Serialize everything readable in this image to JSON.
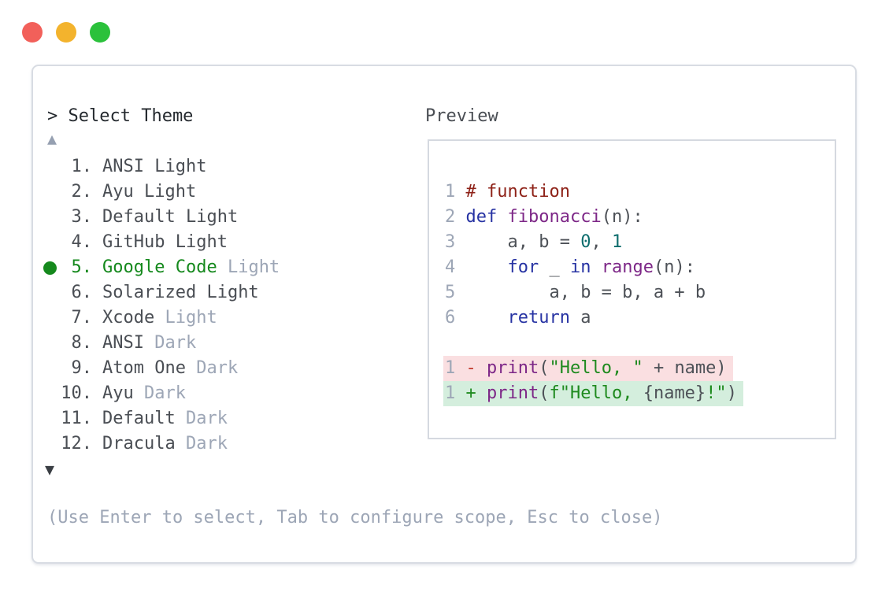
{
  "window": {
    "traffic_lights": [
      {
        "name": "close",
        "color": "#f2605a"
      },
      {
        "name": "minimize",
        "color": "#f3b32d"
      },
      {
        "name": "maximize",
        "color": "#2bc13b"
      }
    ]
  },
  "theme_picker": {
    "prompt": "> Select Theme",
    "scroll_up_icon": "▲",
    "scroll_down_icon": "▼",
    "items": [
      {
        "number": "1.",
        "name": "ANSI",
        "variant": "Light",
        "variant_dim": false,
        "selected": false
      },
      {
        "number": "2.",
        "name": "Ayu",
        "variant": "Light",
        "variant_dim": false,
        "selected": false
      },
      {
        "number": "3.",
        "name": "Default",
        "variant": "Light",
        "variant_dim": false,
        "selected": false
      },
      {
        "number": "4.",
        "name": "GitHub",
        "variant": "Light",
        "variant_dim": false,
        "selected": false
      },
      {
        "number": "5.",
        "name": "Google Code",
        "variant": "Light",
        "variant_dim": true,
        "selected": true
      },
      {
        "number": "6.",
        "name": "Solarized",
        "variant": "Light",
        "variant_dim": false,
        "selected": false
      },
      {
        "number": "7.",
        "name": "Xcode",
        "variant": "Light",
        "variant_dim": true,
        "selected": false
      },
      {
        "number": "8.",
        "name": "ANSI",
        "variant": "Dark",
        "variant_dim": true,
        "selected": false
      },
      {
        "number": "9.",
        "name": "Atom One",
        "variant": "Dark",
        "variant_dim": true,
        "selected": false
      },
      {
        "number": "10.",
        "name": "Ayu",
        "variant": "Dark",
        "variant_dim": true,
        "selected": false
      },
      {
        "number": "11.",
        "name": "Default",
        "variant": "Dark",
        "variant_dim": true,
        "selected": false
      },
      {
        "number": "12.",
        "name": "Dracula",
        "variant": "Dark",
        "variant_dim": true,
        "selected": false
      }
    ],
    "help": "(Use Enter to select, Tab to configure scope, Esc to close)"
  },
  "preview": {
    "label": "Preview",
    "lines": [
      {
        "type": "code",
        "num": "1",
        "tokens": [
          [
            "# function",
            "comment"
          ]
        ]
      },
      {
        "type": "code",
        "num": "2",
        "tokens": [
          [
            "def",
            "keyword"
          ],
          [
            " ",
            "plain"
          ],
          [
            "fibonacci",
            "name"
          ],
          [
            "(n):",
            "plain"
          ]
        ]
      },
      {
        "type": "code",
        "num": "3",
        "tokens": [
          [
            "    a, b = ",
            "plain"
          ],
          [
            "0",
            "number"
          ],
          [
            ", ",
            "plain"
          ],
          [
            "1",
            "number"
          ]
        ]
      },
      {
        "type": "code",
        "num": "4",
        "tokens": [
          [
            "    ",
            "plain"
          ],
          [
            "for",
            "keyword"
          ],
          [
            " _ ",
            "plain"
          ],
          [
            "in",
            "keyword"
          ],
          [
            " ",
            "plain"
          ],
          [
            "range",
            "name"
          ],
          [
            "(n):",
            "plain"
          ]
        ]
      },
      {
        "type": "code",
        "num": "5",
        "tokens": [
          [
            "        a, b = b, a + b",
            "plain"
          ]
        ]
      },
      {
        "type": "code",
        "num": "6",
        "tokens": [
          [
            "    ",
            "plain"
          ],
          [
            "return",
            "keyword"
          ],
          [
            " a",
            "plain"
          ]
        ]
      },
      {
        "type": "blank"
      },
      {
        "type": "removed",
        "num": "1",
        "tokens": [
          [
            "-",
            "minus"
          ],
          [
            " ",
            "plain"
          ],
          [
            "print",
            "name"
          ],
          [
            "(",
            "plain"
          ],
          [
            "\"Hello, \"",
            "string"
          ],
          [
            " + name)",
            "plain"
          ]
        ]
      },
      {
        "type": "added",
        "num": "1",
        "tokens": [
          [
            "+",
            "plus"
          ],
          [
            " ",
            "plain"
          ],
          [
            "print",
            "name"
          ],
          [
            "(",
            "plain"
          ],
          [
            "f\"Hello, ",
            "string"
          ],
          [
            "{name}",
            "plain"
          ],
          [
            "!\"",
            "string"
          ],
          [
            ")",
            "plain"
          ]
        ]
      }
    ]
  },
  "colors": {
    "prompt_text": "#24292e",
    "dark_text": "#4a4e54",
    "dim_text": "#9da6b6",
    "accent_green": "#15891d",
    "scroll_up": "#96a0b1",
    "scroll_down": "#3a3e44",
    "panel_border": "#d8dce3",
    "preview_border": "#d5d9e0",
    "diff_removed_bg": "#fadfe1",
    "diff_added_bg": "#d4eedd",
    "syntax": {
      "comment": "#8e2218",
      "keyword": "#2733a3",
      "name": "#7d2787",
      "number": "#0d6d6d",
      "string": "#1e8a1e",
      "plain": "#4d5157",
      "minus": "#c23b2e",
      "plus": "#1e8a1e",
      "ln": "#9da6b6"
    }
  }
}
